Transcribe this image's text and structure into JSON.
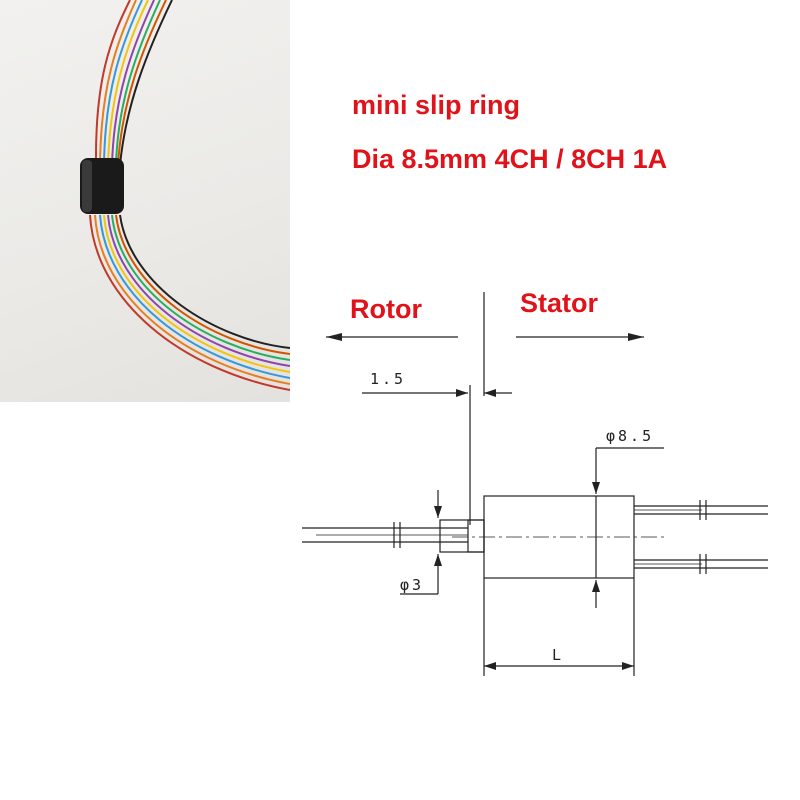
{
  "title": {
    "line1": "mini slip ring",
    "line2": "Dia 8.5mm 4CH / 8CH 1A"
  },
  "labels": {
    "rotor": "Rotor",
    "stator": "Stator"
  },
  "dimensions": {
    "flange": "1.5",
    "outer_diameter": "φ8.5",
    "shaft_diameter": "φ3",
    "length": "L"
  },
  "colors": {
    "title_red": "#e0121a",
    "line": "#222222"
  },
  "icons": {
    "photo": "slip-ring-photo"
  }
}
